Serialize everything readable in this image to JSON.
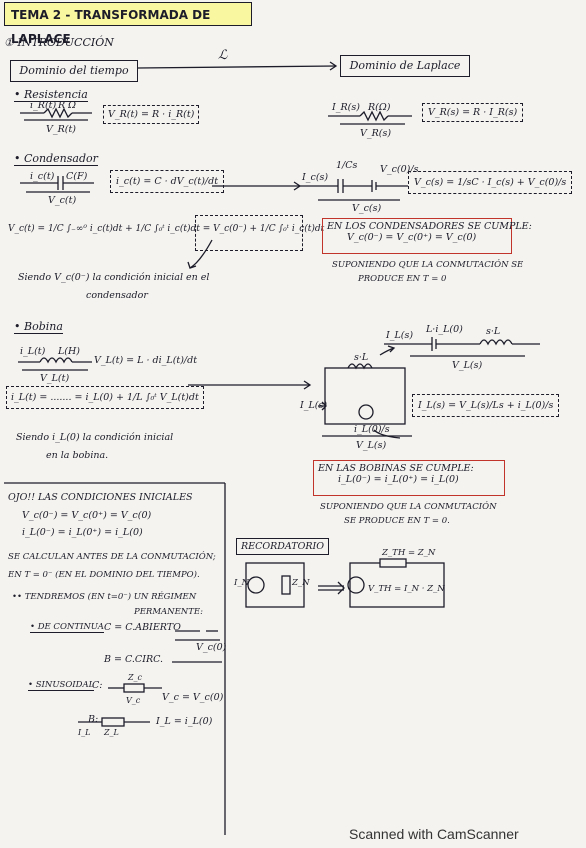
{
  "title": "TEMA 2 - TRANSFORMADA DE LAPLACE",
  "intro": "① INTRODUCCIÓN",
  "domain_time": "Dominio del tiempo",
  "domain_laplace": "Dominio de Laplace",
  "transform_symbol": "ℒ",
  "resistor": {
    "heading": "• Resistencia",
    "time_current": "i_R(t)",
    "time_label": "R Ω",
    "time_voltage": "V_R(t)",
    "time_eq": "V_R(t) = R · i_R(t)",
    "lap_current": "I_R(s)",
    "lap_label": "R(Ω)",
    "lap_voltage": "V_R(s)",
    "lap_eq": "V_R(s) = R · I_R(s)"
  },
  "capacitor": {
    "heading": "• Condensador",
    "time_current": "i_c(t)",
    "time_label": "C(F)",
    "time_voltage": "V_c(t)",
    "time_eq": "i_c(t) = C · dV_c(t)/dt",
    "integral_eq": "V_c(t) = 1/C ∫₋∞⁰ i_c(t)dt + 1/C ∫₀ᵗ i_c(t)dt = V_c(0⁻) + 1/C ∫₀ᵗ i_c(t)dt",
    "note_line1": "Siendo V_c(0⁻) la condición inicial en el",
    "note_line2": "condensador",
    "lap_current": "I_c(s)",
    "lap_imp": "1/Cs",
    "lap_src": "V_c(0)/s",
    "lap_voltage": "V_c(s)",
    "lap_eq": "V_c(s) = 1/sC · I_c(s) + V_c(0)/s",
    "red_line1": "EN LOS CONDENSADORES SE CUMPLE:",
    "red_line2": "V_c(0⁻) = V_c(0⁺) = V_c(0)",
    "assume_line1": "SUPONIENDO QUE LA CONMUTACIÓN SE",
    "assume_line2": "PRODUCE EN T = 0"
  },
  "inductor": {
    "heading": "• Bobina",
    "time_current": "i_L(t)",
    "time_label": "L(H)",
    "time_voltage": "V_L(t)",
    "time_eq": "V_L(t) = L · di_L(t)/dt",
    "integral_eq": "i_L(t) = ....... = i_L(0) + 1/L ∫₀ᵗ V_L(t)dt",
    "note_line1": "Siendo i_L(0) la condición inicial",
    "note_line2": "en la bobina.",
    "lap_current": "I_L(s)",
    "lap_src_top": "L·i_L(0)",
    "lap_imp_top": "s·L",
    "lap_voltage_top": "V_L(s)",
    "lap_imp_loop": "s·L",
    "lap_src_loop": "i_L(0)/s",
    "lap_voltage_loop": "V_L(s)",
    "lap_eq": "I_L(s) = V_L(s)/Ls + i_L(0)/s",
    "red_line1": "EN LAS BOBINAS SE CUMPLE:",
    "red_line2": "i_L(0⁻) = i_L(0⁺) = i_L(0)",
    "assume_line1": "SUPONIENDO QUE LA CONMUTACIÓN",
    "assume_line2": "SE PRODUCE EN T = 0."
  },
  "notes": {
    "ojo": "OJO!! LAS CONDICIONES INICIALES",
    "cond1": "V_c(0⁻) = V_c(0⁺) = V_c(0)",
    "cond2": "i_L(0⁻) = i_L(0⁺) = i_L(0)",
    "calc_line1": "SE CALCULAN ANTES DE LA CONMUTACIÓN;",
    "calc_line2": "EN T = 0⁻ (EN EL DOMINIO DEL TIEMPO).",
    "regime_line1": "•• TENDREMOS (EN t=0⁻) UN RÉGIMEN",
    "regime_line2": "PERMANENTE:",
    "dc_heading": "• DE CONTINUA",
    "dc_c": "C = C.ABIERTO",
    "dc_c_label": "V_c(0)",
    "dc_l": "B = C.CIRC.",
    "sine_heading": "• SINUSOIDAL",
    "sine_c": "C:",
    "sine_c_zc": "Z_c",
    "sine_c_vc": "V_c",
    "sine_c_eq": "V_c = V_c(0)",
    "sine_l": "B:",
    "sine_l_il": "I_L",
    "sine_l_zl": "Z_L",
    "sine_l_eq": "I_L = i_L(0)"
  },
  "recordatorio": {
    "heading": "RECORDATORIO",
    "in": "I_N",
    "zn": "Z_N",
    "zth": "Z_TH = Z_N",
    "vth": "V_TH = I_N · Z_N"
  },
  "footer": "Scanned with CamScanner"
}
